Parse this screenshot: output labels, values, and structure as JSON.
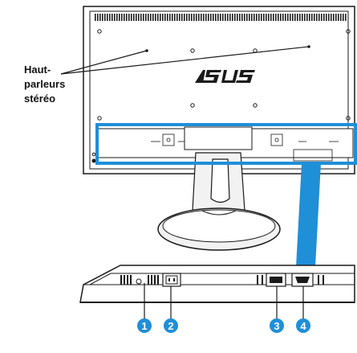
{
  "speaker_label": [
    "Haut-",
    "parleurs",
    "stéréo"
  ],
  "brand_logo": "ASUS",
  "callouts": [
    {
      "number": "1",
      "item": "connector-1"
    },
    {
      "number": "2",
      "item": "ac-power-inlet"
    },
    {
      "number": "3",
      "item": "dvi-port"
    },
    {
      "number": "4",
      "item": "vga-port"
    }
  ],
  "colors": {
    "highlight": "#1f8fd8",
    "callout_badge": "#1f8fd8",
    "outline": "#1a1a1a",
    "stand_fill": "#f2f2f2"
  }
}
